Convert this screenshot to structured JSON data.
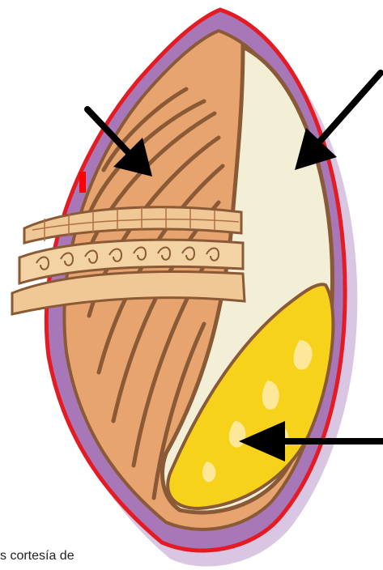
{
  "caption": "s cortesía de",
  "colors": {
    "outer_shadow": "#d9c6e2",
    "seed_coat": "#a777b8",
    "outline_red": "#e51b24",
    "kernel_tan": "#e7a46f",
    "kernel_line": "#8a5a37",
    "endosperm": "#f3efd6",
    "embryo_yellow": "#f6d21a",
    "embryo_light": "#fde89a",
    "bran_layer": "#f0c896",
    "red_mark": "#ff0000",
    "arrow": "#000000"
  },
  "arrows": [
    "arrow-pericarp",
    "arrow-endosperm",
    "arrow-germ"
  ]
}
